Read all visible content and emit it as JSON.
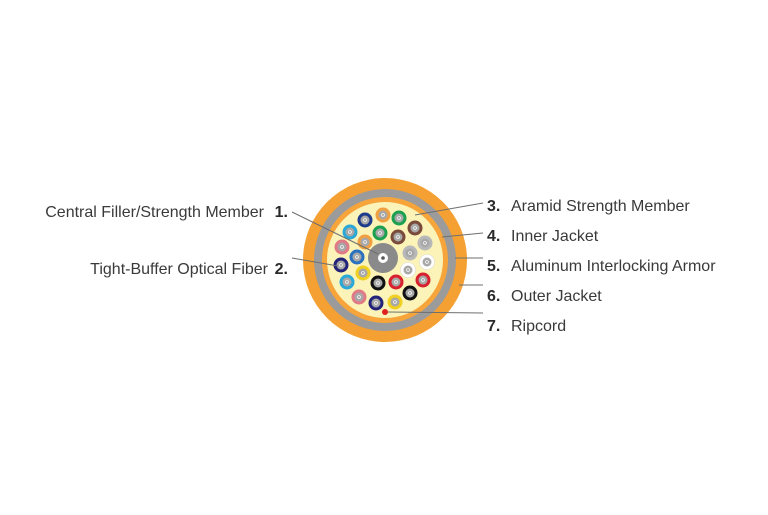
{
  "labels": [
    {
      "num": "1.",
      "text": "Central Filler/Strength Member"
    },
    {
      "num": "2.",
      "text": "Tight-Buffer Optical Fiber"
    },
    {
      "num": "3.",
      "text": "Aramid Strength Member"
    },
    {
      "num": "4.",
      "text": "Inner Jacket"
    },
    {
      "num": "5.",
      "text": "Aluminum Interlocking Armor"
    },
    {
      "num": "6.",
      "text": "Outer Jacket"
    },
    {
      "num": "7.",
      "text": "Ripcord"
    }
  ],
  "colors": {
    "outer_jacket": "#f5a033",
    "armor": "#9b9b9b",
    "inner_jacket": "#f7a53a",
    "aramid": "#fbf3b8",
    "central_member": "#8a8a8a",
    "ripcord": "#e02020"
  },
  "fiber_colors": [
    "#1f3c8c",
    "#f0a040",
    "#1aa050",
    "#2aa8d8",
    "#1aa050",
    "#7a4a3a",
    "#f0a040",
    "#7a4a3a",
    "#e07a86",
    "#b8b8b8",
    "#2a72c0",
    "#b8b8b8",
    "#23237a",
    "#ffffff",
    "#f0d020",
    "#ffffff",
    "#2aa8d8",
    "#111111",
    "#d8202e",
    "#d8202e",
    "#e07a86",
    "#111111",
    "#23237a",
    "#f0d020"
  ]
}
